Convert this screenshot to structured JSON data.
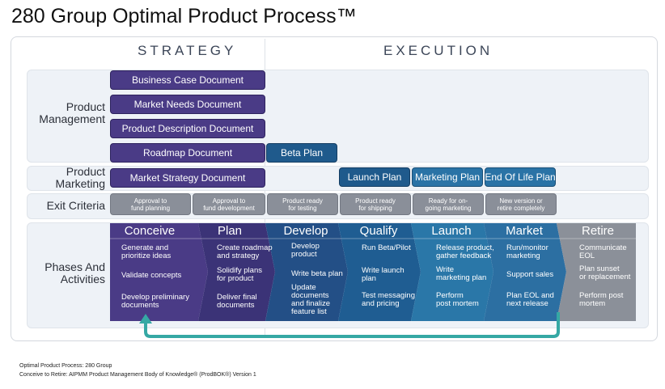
{
  "title": "280 Group Optimal Product Process™",
  "columns": {
    "strategy": "STRATEGY",
    "execution": "EXECUTION"
  },
  "rows": {
    "product_management": "Product\nManagement",
    "product_marketing": "Product\nMarketing",
    "exit_criteria": "Exit Criteria",
    "phases": "Phases And\nActivities"
  },
  "docs": {
    "business_case": "Business Case Document",
    "market_needs": "Market Needs Document",
    "product_description": "Product Description Document",
    "roadmap": "Roadmap Document",
    "beta_plan": "Beta Plan",
    "market_strategy": "Market Strategy Document",
    "launch_plan": "Launch Plan",
    "marketing_plan": "Marketing Plan",
    "end_of_life_plan": "End Of Life Plan"
  },
  "exit_criteria": [
    "Approval to\nfund planning",
    "Approval to\nfund development",
    "Product ready\nfor testing",
    "Product ready\nfor shipping",
    "Ready for on-\ngoing marketing",
    "New version or\nretire completely"
  ],
  "phases": [
    {
      "name": "Conceive",
      "activities": [
        "Generate and\nprioritize ideas",
        "Validate concepts",
        "Develop preliminary\ndocuments"
      ]
    },
    {
      "name": "Plan",
      "activities": [
        "Create roadmap\nand strategy",
        "Solidify plans\nfor product",
        "Deliver final\ndocuments"
      ]
    },
    {
      "name": "Develop",
      "activities": [
        "Develop\nproduct",
        "Write beta plan",
        "Update\ndocuments\nand finalize\nfeature list"
      ]
    },
    {
      "name": "Qualify",
      "activities": [
        "Run Beta/Pilot",
        "Write launch\nplan",
        "Test messaging\nand pricing"
      ]
    },
    {
      "name": "Launch",
      "activities": [
        "Release product,\ngather feedback",
        "Write\nmarketing plan",
        "Perform\npost mortem"
      ]
    },
    {
      "name": "Market",
      "activities": [
        "Run/monitor\nmarketing",
        "Support sales",
        "Plan EOL and\nnext release"
      ]
    },
    {
      "name": "Retire",
      "activities": [
        "Communicate\nEOL",
        "Plan sunset\nor replacement",
        "Perform post\nmortem"
      ]
    }
  ],
  "colors": {
    "conceive": "#4a3b86",
    "plan": "#3b3377",
    "develop": "#234f86",
    "qualify": "#1f5d92",
    "launch": "#2a77a8",
    "market": "#2c6fa2",
    "retire": "#8b9099",
    "loop": "#35a8a4"
  },
  "source_lines": [
    "Optimal Product Process: 280 Group",
    "Conceive to Retire: AIPMM Product Management Body of Knowledge® (ProdBOK®) Version 1"
  ]
}
